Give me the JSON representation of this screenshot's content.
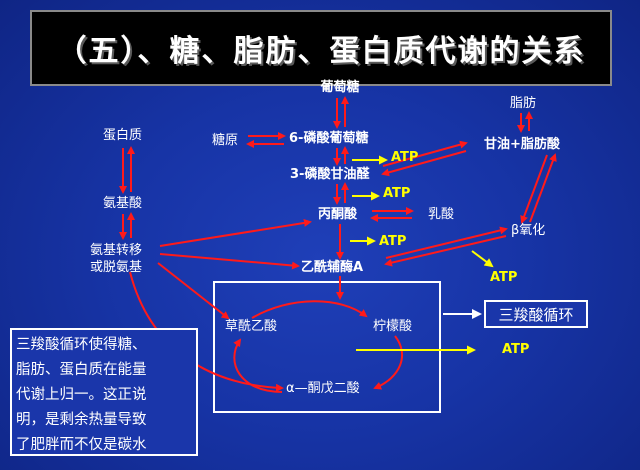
{
  "title": "（五）、糖、脂肪、蛋白质代谢的关系",
  "nodes": {
    "glucose": "葡萄糖",
    "glycogen": "糖原",
    "g6p": "6-磷酸葡萄糖",
    "g3p": "3-磷酸甘油醛",
    "pyruvate": "丙酮酸",
    "lactate": "乳酸",
    "acetyl_coa": "乙酰辅酶A",
    "fat": "脂肪",
    "glycerol_fa": "甘油+脂肪酸",
    "beta_ox": "β氧化",
    "protein": "蛋白质",
    "amino_acid": "氨基酸",
    "transamination_1": "氨基转移",
    "transamination_2": "或脱氨基",
    "oxaloacetate": "草酰乙酸",
    "citrate": "柠檬酸",
    "alpha_kg": "α—酮戊二酸",
    "tca": "三羧酸循环"
  },
  "atp_label": "ATP",
  "note_lines": [
    "三羧酸循环使得糖、",
    "脂肪、蛋白质在能量",
    "代谢上归一。这正说",
    "明，是剩余热量导致",
    "了肥胖而不仅是碳水"
  ],
  "colors": {
    "arrow": "#ff1a1a",
    "atp": "#ffff00",
    "text": "#ffffff",
    "title_bg": "#000000"
  }
}
